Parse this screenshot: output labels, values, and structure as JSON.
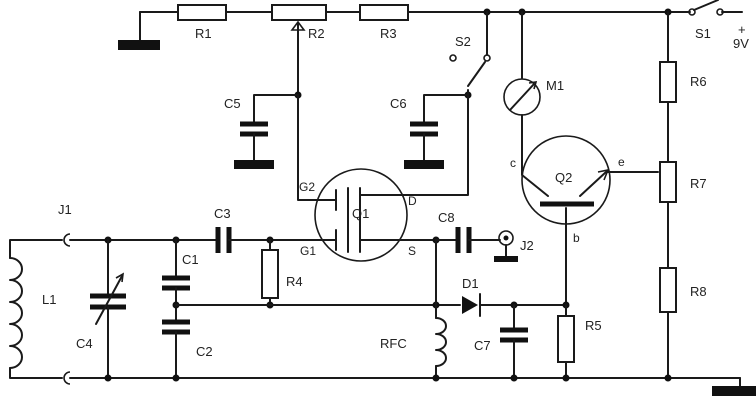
{
  "components": {
    "R1": "R1",
    "R2": "R2",
    "R3": "R3",
    "R4": "R4",
    "R5": "R5",
    "R6": "R6",
    "R7": "R7",
    "R8": "R8",
    "C1": "C1",
    "C2": "C2",
    "C3": "C3",
    "C4": "C4",
    "C5": "C5",
    "C6": "C6",
    "C7": "C7",
    "C8": "C8",
    "L1": "L1",
    "RFC": "RFC",
    "D1": "D1",
    "M1": "M1",
    "Q1": "Q1",
    "Q2": "Q2",
    "S1": "S1",
    "S2": "S2",
    "J1": "J1",
    "J2": "J2"
  },
  "pins": {
    "q1_g2": "G2",
    "q1_g1": "G1",
    "q1_d": "D",
    "q1_s": "S",
    "q2_c": "c",
    "q2_e": "e",
    "q2_b": "b"
  },
  "supply": {
    "plus": "+",
    "voltage": "9V"
  }
}
